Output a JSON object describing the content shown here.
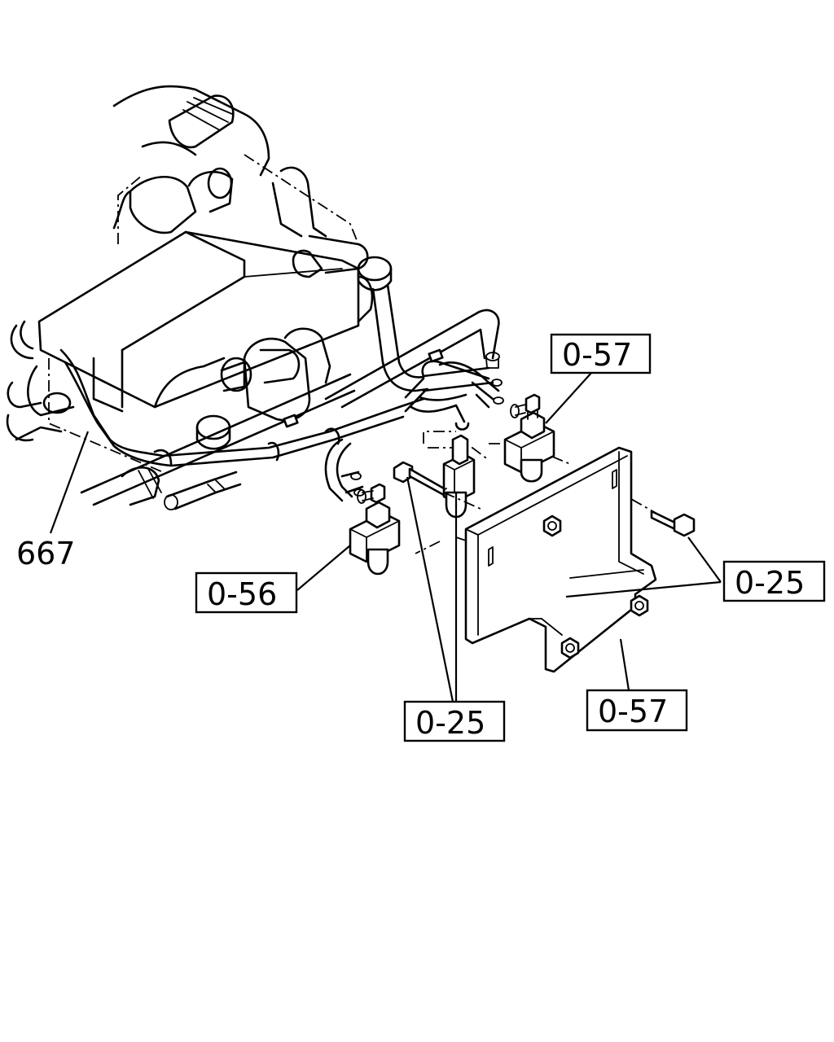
{
  "callouts": {
    "c667": "667",
    "c057_top": "0-57",
    "c056": "0-56",
    "c025_right": "0-25",
    "c025_bottom": "0-25",
    "c057_bottom": "0-57"
  }
}
